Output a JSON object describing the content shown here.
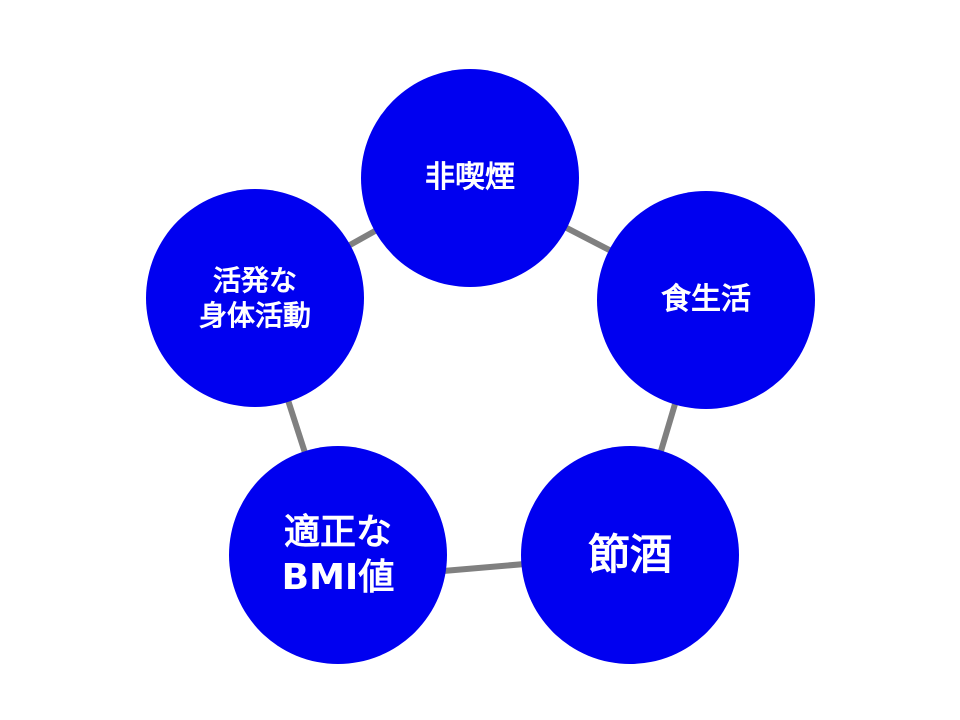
{
  "colors": {
    "circle": "#0000F0",
    "connector": "#808080"
  },
  "nodes": [
    {
      "id": "non-smoking",
      "lines": [
        "非喫煙"
      ]
    },
    {
      "id": "diet",
      "lines": [
        "食生活"
      ]
    },
    {
      "id": "moderate-drinking",
      "lines": [
        "節酒"
      ]
    },
    {
      "id": "proper-bmi",
      "lines": [
        "適正な",
        "BMI値"
      ]
    },
    {
      "id": "physical-activity",
      "lines": [
        "活発な",
        "身体活動"
      ]
    }
  ]
}
